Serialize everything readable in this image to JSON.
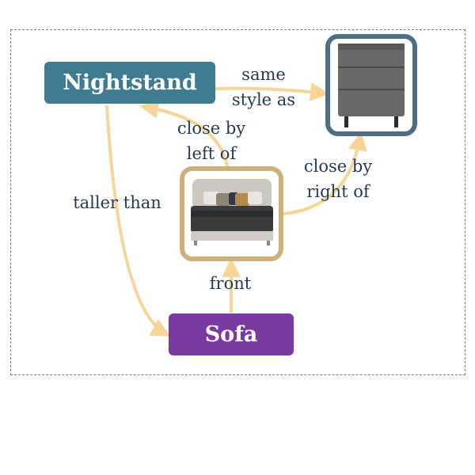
{
  "diagram": {
    "nodes": {
      "nightstand": {
        "label": "Nightstand",
        "color": "#3f7c92"
      },
      "sofa": {
        "label": "Sofa",
        "color": "#7a3ba0"
      },
      "bed_image": {
        "icon": "bed-image",
        "border_color": "#cdb07a"
      },
      "cabinet_image": {
        "icon": "nightstand-cabinet-image",
        "border_color": "#4d6f85"
      }
    },
    "edges": {
      "same_style_as": {
        "line1": "same",
        "line2": "style as"
      },
      "close_by_left_of": {
        "line1": "close by",
        "line2": "left of"
      },
      "close_by_right_of": {
        "line1": "close by",
        "line2": "right of"
      },
      "taller_than": {
        "label": "taller than"
      },
      "front": {
        "label": "front"
      }
    },
    "edge_color": "#f8d596"
  }
}
